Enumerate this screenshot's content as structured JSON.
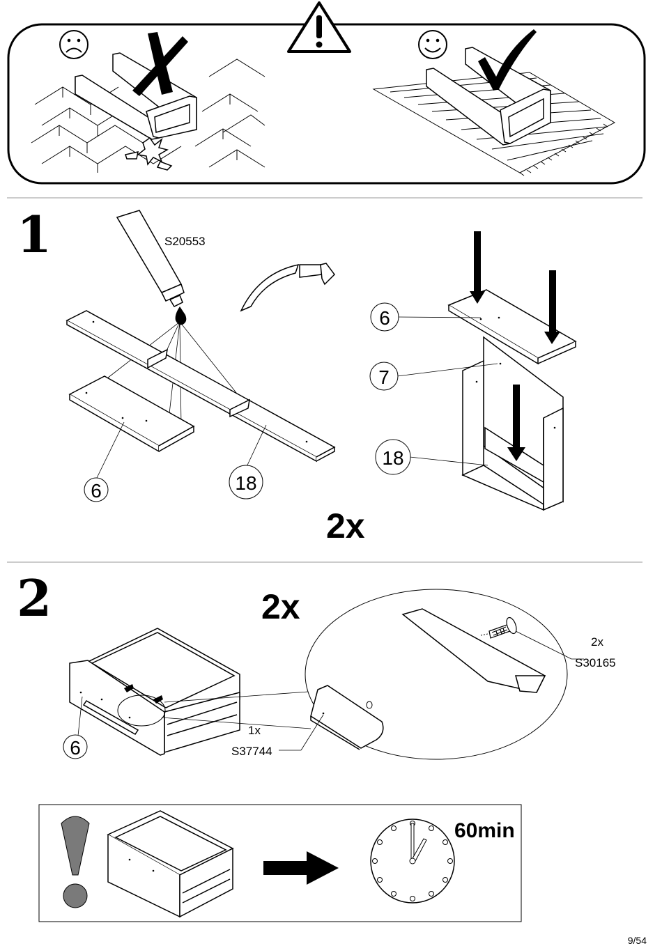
{
  "warning": {
    "bad_face_icon": "sad-face-icon",
    "good_face_icon": "smiley-face-icon",
    "alert_icon": "warning-triangle-icon",
    "bad_mark_icon": "cross-mark-icon",
    "good_mark_icon": "check-mark-icon"
  },
  "step1": {
    "number": "1",
    "glue_code": "S20553",
    "part_left_a": "6",
    "part_left_b": "18",
    "part_right_top": "6",
    "part_right_mid": "7",
    "part_right_bottom": "18",
    "multiplier": "2x",
    "rotate_icon": "rotate-arrow-icon"
  },
  "step2": {
    "number": "2",
    "multiplier": "2x",
    "part_front": "6",
    "handle_qty": "1x",
    "handle_code": "S37744",
    "screw_qty": "2x",
    "screw_code": "S30165"
  },
  "drying": {
    "alert_icon": "exclamation-icon",
    "arrow_icon": "right-arrow-icon",
    "clock_icon": "clock-icon",
    "duration": "60min"
  },
  "page": {
    "number": "9/54"
  }
}
